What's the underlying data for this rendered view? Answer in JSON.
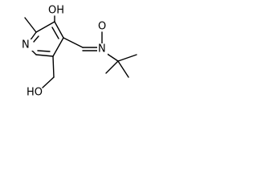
{
  "molecule": {
    "atom_labels": {
      "ring_nitrogen": "N",
      "phenol_hydroxyl": "OH",
      "nitrone_nitrogen": "N",
      "nitrone_oxygen": "O",
      "hydroxymethyl": "HO"
    },
    "colors": {
      "bond": "#000000",
      "label": "#000000",
      "background": "#ffffff"
    }
  }
}
